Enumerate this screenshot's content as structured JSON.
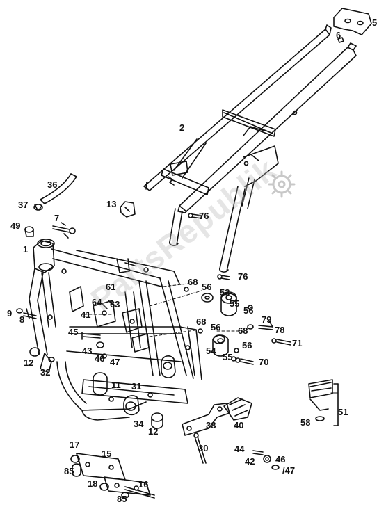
{
  "watermark": "PartsRepublik",
  "callouts": {
    "c1": "1",
    "c2": "2",
    "c5": "5",
    "c6": "6",
    "c7": "7",
    "c8": "8",
    "c9": "9",
    "c11": "11",
    "c12a": "12",
    "c12b": "12",
    "c13": "13",
    "c15": "15",
    "c16": "16",
    "c17": "17",
    "c18": "18",
    "c30": "30",
    "c31": "31",
    "c32": "32",
    "c34": "34",
    "c36": "36",
    "c37": "37",
    "c38": "38",
    "c40": "40",
    "c41": "41",
    "c42": "42",
    "c43": "43",
    "c44": "44",
    "c45": "45",
    "c46a": "46",
    "c46b": "46",
    "c47a": "47",
    "c47b": "/47",
    "c49": "49",
    "c51": "51",
    "c53": "53",
    "c54": "54",
    "c55a": "55",
    "c55b": "55",
    "c56a": "56",
    "c56b": "56",
    "c56c": "56",
    "c56d": "56",
    "c58": "58",
    "c61": "61",
    "c63": "63",
    "c64": "64",
    "c68a": "68",
    "c68b": "68",
    "c68c": "68",
    "c70": "70",
    "c71": "71",
    "c76a": "76",
    "c76b": "76",
    "c78": "78",
    "c79": "79",
    "c85a": "85",
    "c85b": "85"
  }
}
